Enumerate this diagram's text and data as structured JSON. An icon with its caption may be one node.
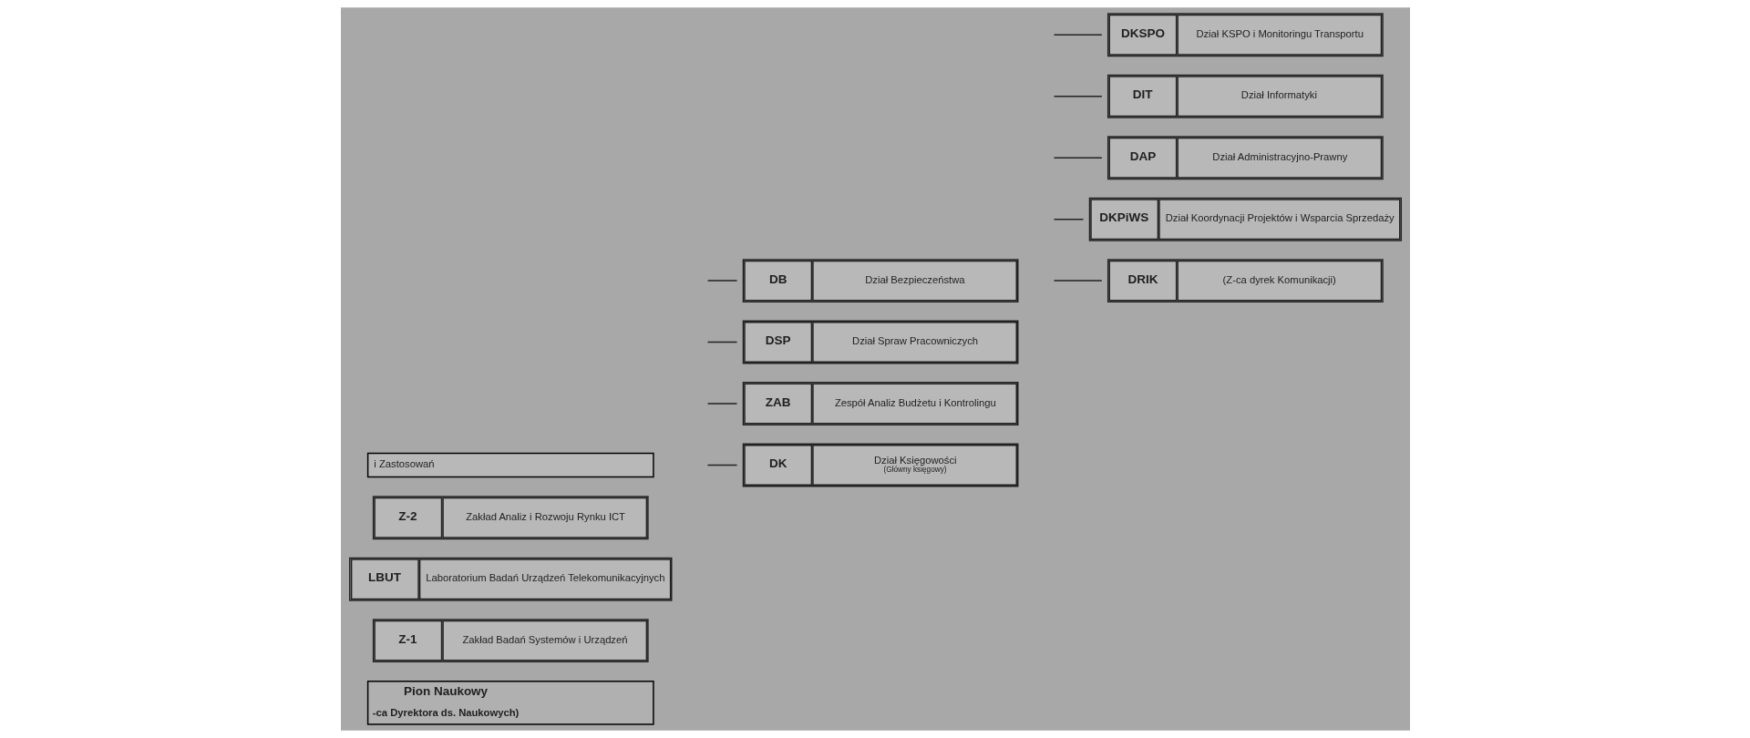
{
  "diagram": {
    "nodes": [
      {
        "text": [
          "Pion Naukowy",
          "-ca Dyrektora ds. Naukowych)"
        ]
      },
      {
        "text": [
          "Z-1",
          "Zakład Badań Systemów i Urządzeń"
        ]
      },
      {
        "text": [
          "LBUT",
          "Laboratorium Badań Urządzeń Telekomunikacyjnych"
        ]
      },
      {
        "text": [
          "Z-2",
          "Zakład Analiz i Rozwoju Rynku ICT"
        ]
      },
      {
        "text": [
          "i Zastosowań"
        ]
      },
      {
        "text": [
          "DK",
          "Dział Księgowości",
          "(Główny księgowy)"
        ]
      },
      {
        "text": [
          "ZAB",
          "Zespół Analiz Budżetu i Kontrolingu"
        ]
      },
      {
        "text": [
          "DSP",
          "Dział Spraw Pracowniczych"
        ]
      },
      {
        "text": [
          "DB",
          "Dział Bezpieczeństwa"
        ]
      },
      {
        "text": [
          "DRIK",
          "(Z-ca dyrek Komunikacji)"
        ]
      },
      {
        "text": [
          "DKPiWS",
          "Dział Koordynacji Projektów i Wsparcia Sprzedaży"
        ]
      },
      {
        "text": [
          "DAP",
          "Dział Administracyjno-Prawny"
        ]
      },
      {
        "text": [
          "DIT",
          "Dział Informatyki"
        ]
      },
      {
        "text": [
          "DKSPO",
          "Dział KSPO i Monitoringu Transportu"
        ]
      }
    ],
    "edges": [
      {
        "from": null,
        "to": 5,
        "arrow": "none"
      },
      {
        "from": null,
        "to": 6,
        "arrow": "none"
      },
      {
        "from": null,
        "to": 7,
        "arrow": "none"
      },
      {
        "from": null,
        "to": 8,
        "arrow": "none"
      },
      {
        "from": null,
        "to": 9,
        "arrow": "none"
      },
      {
        "from": null,
        "to": 10,
        "arrow": "none"
      },
      {
        "from": null,
        "to": 11,
        "arrow": "none"
      },
      {
        "from": null,
        "to": 12,
        "arrow": "none"
      },
      {
        "from": null,
        "to": 13,
        "arrow": "none"
      }
    ]
  }
}
